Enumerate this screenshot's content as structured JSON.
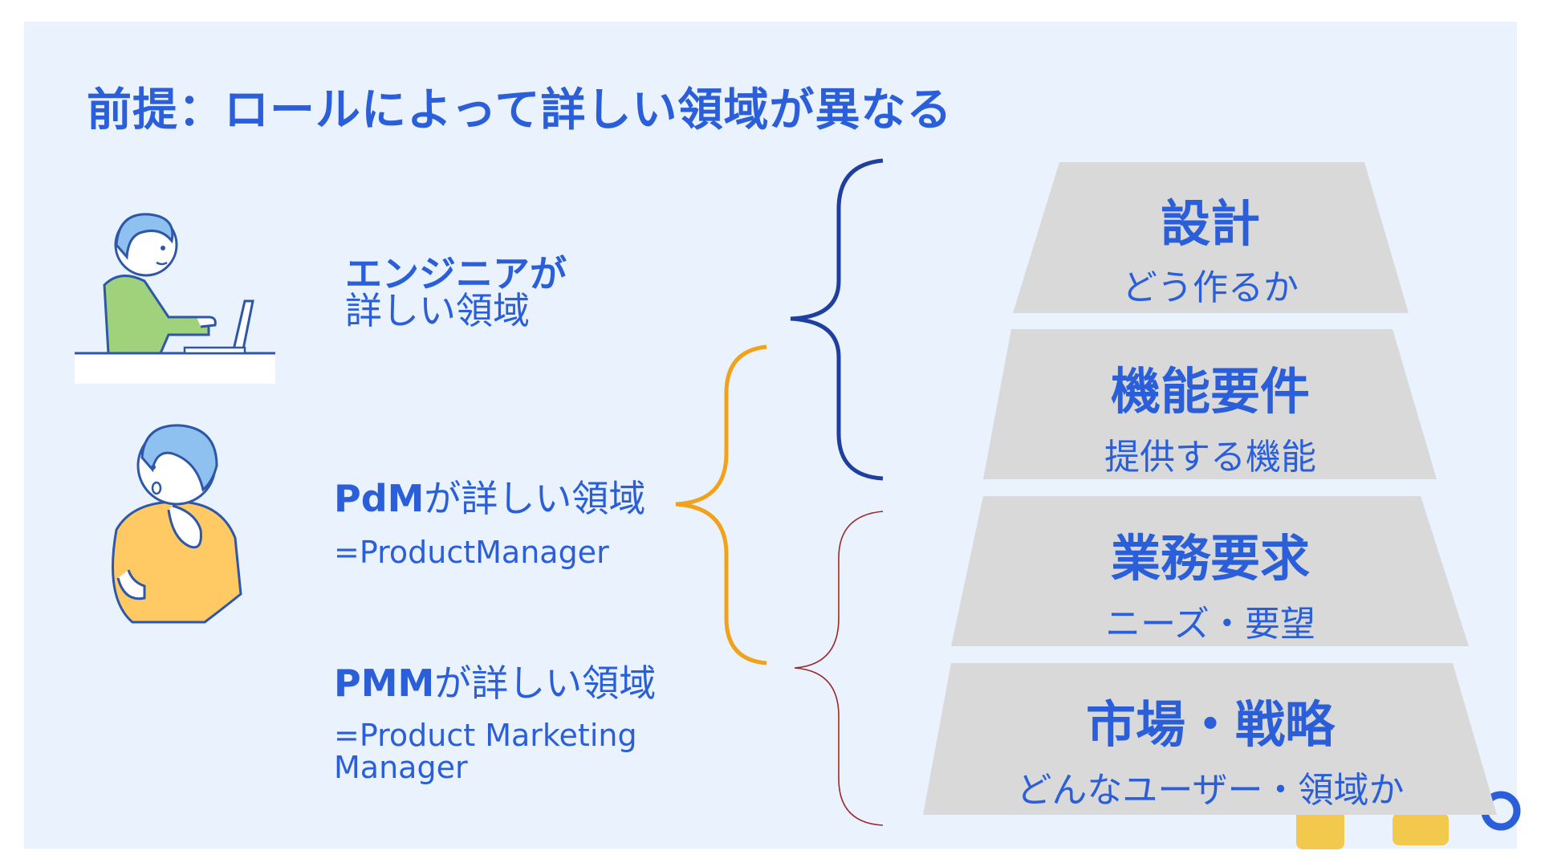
{
  "title": "前提：ロールによって詳しい領域が異なる",
  "roles": {
    "engineer": {
      "line1": "エンジニアが",
      "line2": "詳しい領域"
    },
    "pdm": {
      "strong": "PdM",
      "rest": "が詳しい領域",
      "sub": "=ProductManager"
    },
    "pmm": {
      "strong": "PMM",
      "rest": "が詳しい領域",
      "sub_line1": "=Product Marketing",
      "sub_line2": "Manager"
    }
  },
  "pyramid": [
    {
      "main": "設計",
      "sub": "どう作るか"
    },
    {
      "main": "機能要件",
      "sub": "提供する機能"
    },
    {
      "main": "業務要求",
      "sub": "ニーズ・要望"
    },
    {
      "main": "市場・戦略",
      "sub": "どんなユーザー・領域か"
    }
  ],
  "colors": {
    "accent": "#2b5fd9",
    "background": "#e9f2fd",
    "layer": "#d9d9d9",
    "engineer_brace": "#1e3f9e",
    "pdm_brace": "#f2a11a",
    "pmm_brace": "#9b2a2a"
  }
}
